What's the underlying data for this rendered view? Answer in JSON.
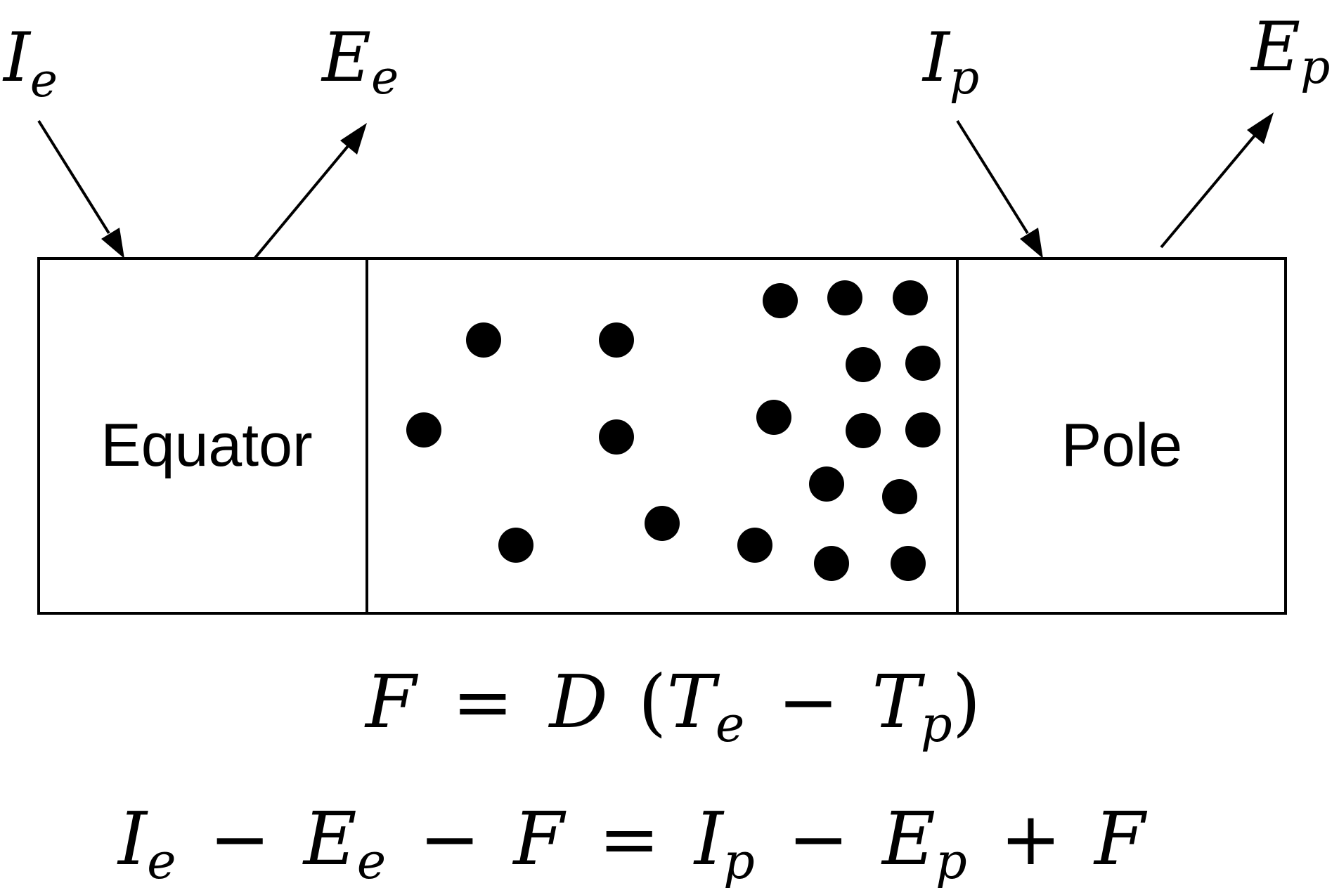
{
  "flux_labels": {
    "equator_incoming": {
      "symbol": "I",
      "subscript": "e"
    },
    "equator_outgoing": {
      "symbol": "E",
      "subscript": "e"
    },
    "pole_incoming": {
      "symbol": "I",
      "subscript": "p"
    },
    "pole_outgoing": {
      "symbol": "E",
      "subscript": "p"
    }
  },
  "boxes": {
    "equator_label": "Equator",
    "pole_label": "Pole"
  },
  "equations": {
    "eq1": {
      "lhs": "F",
      "eq": "=",
      "d": "D",
      "lparen": "(",
      "t1": "T",
      "t1_sub": "e",
      "minus": "−",
      "t2": "T",
      "t2_sub": "p",
      "rparen": ")"
    },
    "eq2": {
      "i1": "I",
      "i1_sub": "e",
      "m1": "−",
      "e1": "E",
      "e1_sub": "e",
      "m2": "−",
      "f1": "F",
      "eq": "=",
      "i2": "I",
      "i2_sub": "p",
      "m3": "−",
      "e2": "E",
      "e2_sub": "p",
      "plus": "+",
      "f2": "F"
    }
  }
}
